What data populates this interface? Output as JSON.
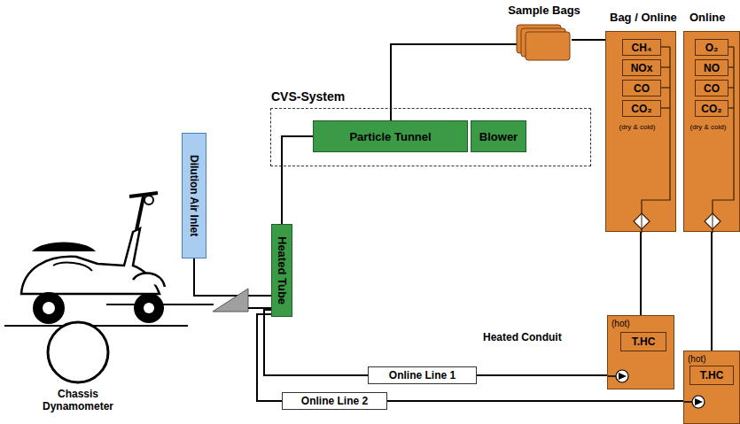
{
  "diagram": {
    "nodes": [
      {
        "text": [
          "Sample Bags"
        ]
      },
      {
        "text": [
          "Bag / Online",
          "(dry & cold)"
        ]
      },
      {
        "text": [
          "CH₄"
        ],
        "in": 1
      },
      {
        "text": [
          "NOx"
        ],
        "in": 1
      },
      {
        "text": [
          "CO"
        ],
        "in": 1
      },
      {
        "text": [
          "CO₂"
        ],
        "in": 1
      },
      {
        "text": [
          "Online",
          "(dry & cold)"
        ]
      },
      {
        "text": [
          "O₂"
        ],
        "in": 6
      },
      {
        "text": [
          "NO"
        ],
        "in": 6
      },
      {
        "text": [
          "CO"
        ],
        "in": 6
      },
      {
        "text": [
          "CO₂"
        ],
        "in": 6
      },
      {
        "text": [
          "CVS-System"
        ]
      },
      {
        "text": [
          "Particle Tunnel"
        ],
        "in": 11
      },
      {
        "text": [
          "Blower"
        ],
        "in": 11
      },
      {
        "text": [
          "Dilution Air Inlet"
        ]
      },
      {
        "text": [
          "Heated Tube"
        ]
      },
      {
        "text": [
          "(hot)"
        ]
      },
      {
        "text": [
          "T.HC"
        ],
        "in": 16
      },
      {
        "text": [
          "Online Line 1"
        ]
      },
      {
        "text": [
          "(hot)"
        ]
      },
      {
        "text": [
          "T.HC"
        ],
        "in": 19
      },
      {
        "text": [
          "Online Line 2"
        ]
      },
      {
        "text": [
          "Chassis Dynamometer"
        ]
      }
    ],
    "edges": [
      {
        "from": 12,
        "to": 0,
        "arrow": "none"
      },
      {
        "from": 0,
        "to": 1,
        "arrow": "none"
      },
      {
        "from": 15,
        "to": 12,
        "arrow": "none"
      },
      {
        "from": 14,
        "to": 15,
        "arrow": "none"
      },
      {
        "from": 15,
        "to": 18,
        "arrow": "none"
      },
      {
        "from": 18,
        "to": 16,
        "arrow": "none"
      },
      {
        "from": 16,
        "to": 1,
        "arrow": "none"
      },
      {
        "from": 15,
        "to": 21,
        "arrow": "none"
      },
      {
        "from": 21,
        "to": 19,
        "arrow": "none"
      },
      {
        "from": 19,
        "to": 6,
        "arrow": "none"
      }
    ],
    "labels": [
      "Heated Conduit"
    ]
  }
}
